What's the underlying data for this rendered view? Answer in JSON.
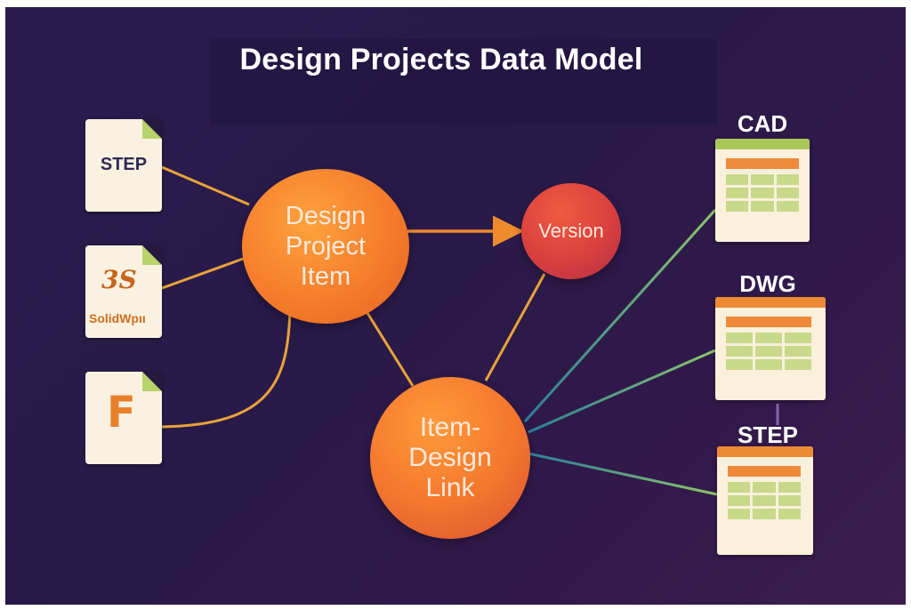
{
  "title": "Design Projects Data Model",
  "sources": {
    "step_label": "STEP",
    "solidworks_label": "SolidWpıı",
    "solidworks_icon": "solidworks-logo-icon",
    "fusion_icon": "autodesk-f-logo-icon"
  },
  "nodes": {
    "design_project_item": "Design\nProject\nItem",
    "version": "Version",
    "item_design_link": "Item-\nDesign\nLink"
  },
  "formats": {
    "cad": "CAD",
    "dwg": "DWG",
    "step": "STEP"
  },
  "colors": {
    "background": "#2a1b4c",
    "accent_orange": "#f57d2c",
    "connector_orange": "#e9a23a",
    "connector_teal": "#3d9a9a",
    "connector_green": "#7bb36a",
    "version_red": "#d9403e"
  }
}
